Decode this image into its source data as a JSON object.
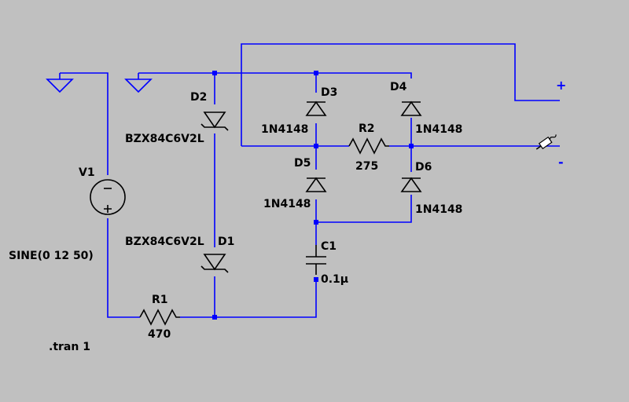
{
  "components": {
    "v1": {
      "ref": "V1",
      "value": "SINE(0 12 50)"
    },
    "d1": {
      "ref": "D1",
      "value": "BZX84C6V2L"
    },
    "d2": {
      "ref": "D2",
      "value": "BZX84C6V2L"
    },
    "d3": {
      "ref": "D3",
      "value": "1N4148"
    },
    "d4": {
      "ref": "D4",
      "value": "1N4148"
    },
    "d5": {
      "ref": "D5",
      "value": "1N4148"
    },
    "d6": {
      "ref": "D6",
      "value": "1N4148"
    },
    "r1": {
      "ref": "R1",
      "value": "470"
    },
    "r2": {
      "ref": "R2",
      "value": "275"
    },
    "c1": {
      "ref": "C1",
      "value": "0.1µ"
    }
  },
  "directive": ".tran 1",
  "ports": {
    "plus": "+",
    "minus": "-"
  },
  "colors": {
    "background": "#c0c0c0",
    "wire": "#0000ff",
    "component": "#000000"
  },
  "icons": [
    "ground-icon",
    "probe-icon"
  ]
}
